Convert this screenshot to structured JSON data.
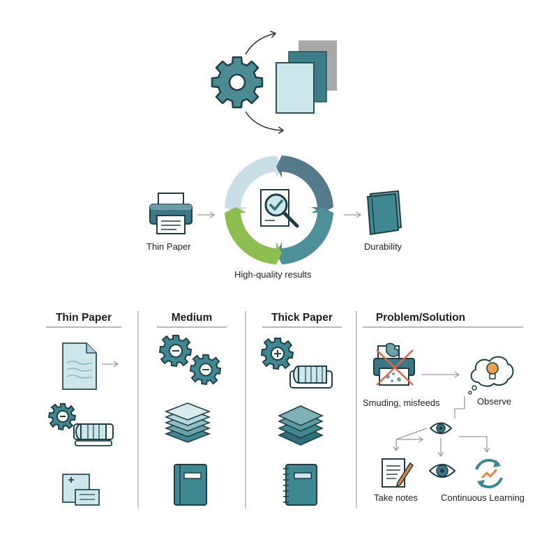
{
  "labels": {
    "thin_paper": "Thin Paper",
    "durability": "Durability",
    "high_quality": "High-quality results",
    "smudging": "Smuding, misfeeds",
    "observe": "Observe",
    "take_notes": "Take notes",
    "continuous_learning": "Continuous Learning"
  },
  "columns": [
    {
      "title": "Thin Paper"
    },
    {
      "title": "Medium"
    },
    {
      "title": "Thick Paper"
    },
    {
      "title": "Problem/Solution"
    }
  ],
  "colors": {
    "teal": "#3f8a92",
    "dark_teal": "#3c6b78",
    "light_blue": "#c9e4ea",
    "green": "#8fbe52",
    "slate": "#4e7486",
    "orange": "#e8843f",
    "red": "#e0664a",
    "gray": "#a8a8a8"
  }
}
